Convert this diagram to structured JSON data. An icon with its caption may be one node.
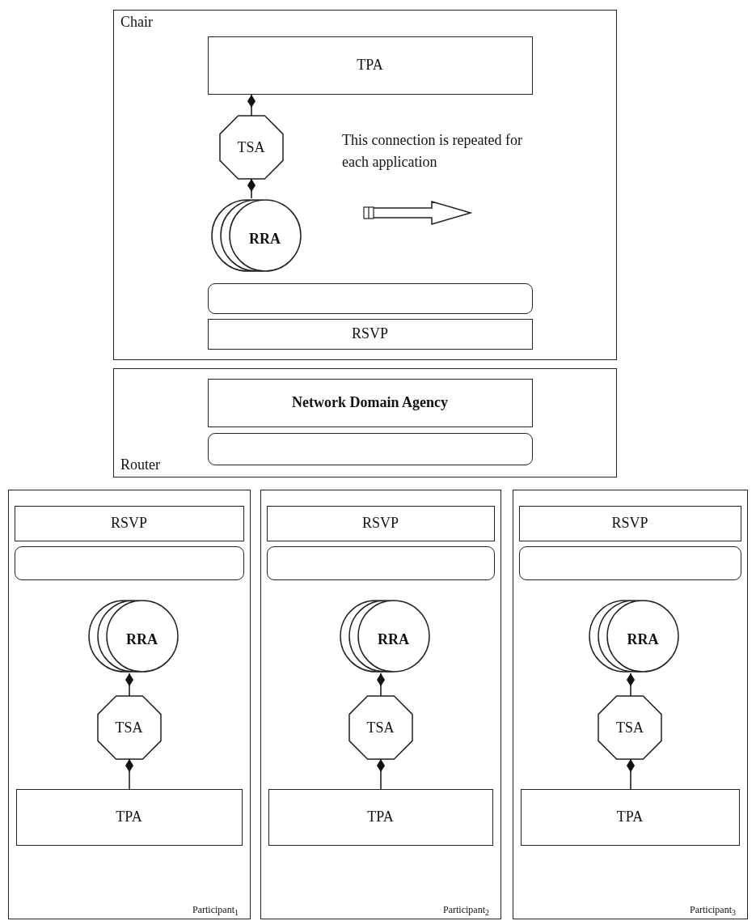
{
  "diagram": {
    "nodes": [
      {
        "text": [
          "Chair"
        ]
      },
      {
        "text": [
          "TPA"
        ],
        "in": 0
      },
      {
        "text": [
          "TSA"
        ],
        "in": 0
      },
      {
        "text": [
          "RRA"
        ],
        "in": 0
      },
      {
        "text": [],
        "shape": "box",
        "in": 0
      },
      {
        "text": [
          "RSVP"
        ],
        "in": 0
      },
      {
        "text": [
          "Router"
        ]
      },
      {
        "text": [
          "Network Domain Agency"
        ],
        "in": 6
      },
      {
        "text": [],
        "shape": "box",
        "in": 6
      },
      {
        "text": [
          "Participant$_{1}$"
        ]
      },
      {
        "text": [
          "RSVP"
        ],
        "in": 9
      },
      {
        "text": [],
        "shape": "box",
        "in": 9
      },
      {
        "text": [
          "RRA"
        ],
        "in": 9
      },
      {
        "text": [
          "TSA"
        ],
        "in": 9
      },
      {
        "text": [
          "TPA"
        ],
        "in": 9
      },
      {
        "text": [
          "Participant$_{2}$"
        ]
      },
      {
        "text": [
          "RSVP"
        ],
        "in": 15
      },
      {
        "text": [],
        "shape": "box",
        "in": 15
      },
      {
        "text": [
          "RRA"
        ],
        "in": 15
      },
      {
        "text": [
          "TSA"
        ],
        "in": 15
      },
      {
        "text": [
          "TPA"
        ],
        "in": 15
      },
      {
        "text": [
          "Participant$_{3}$"
        ]
      },
      {
        "text": [
          "RSVP"
        ],
        "in": 21
      },
      {
        "text": [],
        "shape": "box",
        "in": 21
      },
      {
        "text": [
          "RRA"
        ],
        "in": 21
      },
      {
        "text": [
          "TSA"
        ],
        "in": 21
      },
      {
        "text": [
          "TPA"
        ],
        "in": 21
      }
    ],
    "edges": [
      {
        "from": 1,
        "to": 2,
        "arrow": "other"
      },
      {
        "from": 2,
        "to": 3,
        "arrow": "other"
      },
      {
        "from": 12,
        "to": 13,
        "arrow": "other"
      },
      {
        "from": 13,
        "to": 14,
        "arrow": "other"
      },
      {
        "from": 18,
        "to": 19,
        "arrow": "other"
      },
      {
        "from": 19,
        "to": 20,
        "arrow": "other"
      },
      {
        "from": 24,
        "to": 25,
        "arrow": "other"
      },
      {
        "from": 25,
        "to": 26,
        "arrow": "other"
      }
    ],
    "labels": [
      "This connection is repeated for each application"
    ]
  }
}
